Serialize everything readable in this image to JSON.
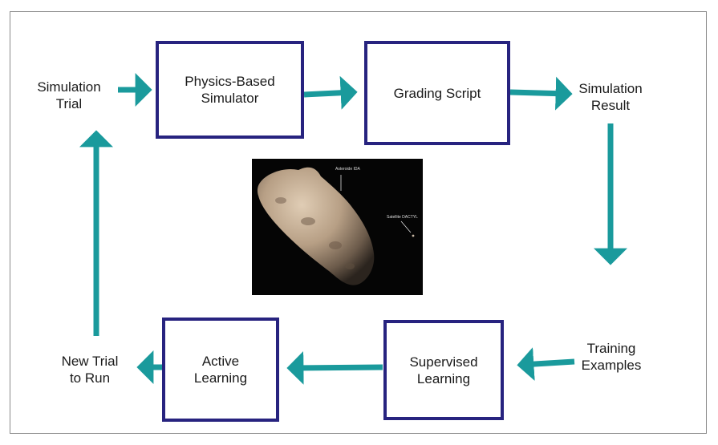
{
  "boxes": {
    "physics_simulator": "Physics-Based\nSimulator",
    "grading_script": "Grading Script",
    "active_learning": "Active\nLearning",
    "supervised_learning": "Supervised\nLearning"
  },
  "labels": {
    "simulation_trial": "Simulation\nTrial",
    "simulation_result": "Simulation\nResult",
    "training_examples": "Training\nExamples",
    "new_trial": "New Trial\nto Run"
  },
  "image": {
    "subject": "asteroid Ida with satellite Dactyl",
    "caption_asteroid": "Asteroide IDA",
    "caption_satellite": "Satellite DACTYL"
  },
  "colors": {
    "box_border": "#27237f",
    "arrow": "#1a9a9c",
    "frame": "#8a8a8a"
  }
}
